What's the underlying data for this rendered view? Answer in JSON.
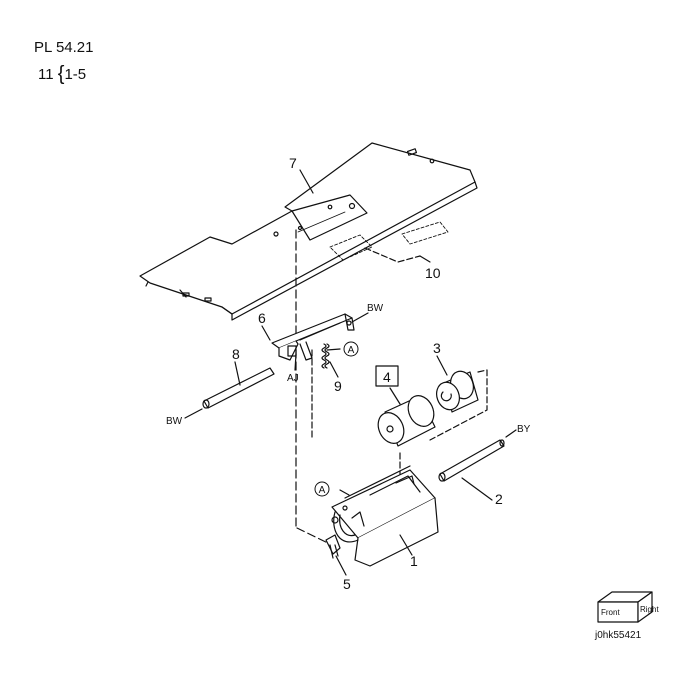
{
  "header": {
    "parts_list": "PL 54.21",
    "sub_number": "11",
    "sub_range": "1-5"
  },
  "callouts": {
    "c1": "1",
    "c2": "2",
    "c3": "3",
    "c4": "4",
    "c5": "5",
    "c6": "6",
    "c7": "7",
    "c8": "8",
    "c9": "9",
    "c10": "10"
  },
  "labels": {
    "bw_top": "BW",
    "bw_left": "BW",
    "by": "BY",
    "aj": "AJ",
    "ref_a_upper": "A",
    "ref_a_lower": "A"
  },
  "orientation_cube": {
    "front": "Front",
    "right": "Right"
  },
  "figure_code": "j0hk55421"
}
